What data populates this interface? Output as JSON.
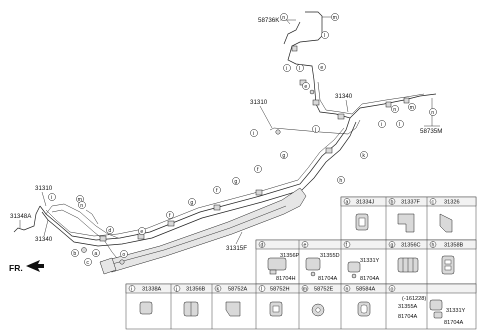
{
  "part_labels": {
    "p58736K": "58736K",
    "p31310a": "31310",
    "p31340a": "31340",
    "p58735M": "58735M",
    "p31310b": "31310",
    "p31348A": "31348A",
    "p31340b": "31340",
    "p31315F": "31315F",
    "fr": "FR."
  },
  "legend": {
    "cells": [
      {
        "code": "a",
        "part": "31334J"
      },
      {
        "code": "b",
        "part": "31337F"
      },
      {
        "code": "c",
        "part": "31326"
      },
      {
        "code": "d",
        "part": "31356P"
      },
      {
        "code": "e",
        "part": ""
      },
      {
        "code": "f",
        "part": ""
      },
      {
        "code": "g",
        "part": "31356C"
      },
      {
        "code": "h",
        "part": "31358B"
      },
      {
        "code": "i",
        "part": "31338A"
      },
      {
        "code": "j",
        "part": "31356B"
      },
      {
        "code": "k",
        "part": "58752A"
      },
      {
        "code": "l",
        "part": "58752H"
      },
      {
        "code": "m",
        "part": "58752E"
      },
      {
        "code": "n",
        "part": "58584A"
      },
      {
        "code": "o",
        "part": ""
      }
    ],
    "sub_labels": {
      "d_81704H": "81704H",
      "e_31355D": "31355D",
      "e_81704A": "81704A",
      "f_31331Y": "31331Y",
      "f_81704A": "81704A",
      "o_date": "(-161228)",
      "o_31355A": "31355A",
      "o_31331Y": "31331Y",
      "o_81704A_1": "81704A",
      "o_81704A_2": "81704A"
    }
  },
  "callouts": [
    "a",
    "b",
    "c",
    "d",
    "e",
    "f",
    "g",
    "h",
    "i",
    "j",
    "k",
    "l",
    "m",
    "n",
    "o"
  ],
  "icons": [
    "fr-arrow-icon",
    "clip-icon",
    "grommet-icon",
    "bracket-icon",
    "heat-shield-icon"
  ]
}
